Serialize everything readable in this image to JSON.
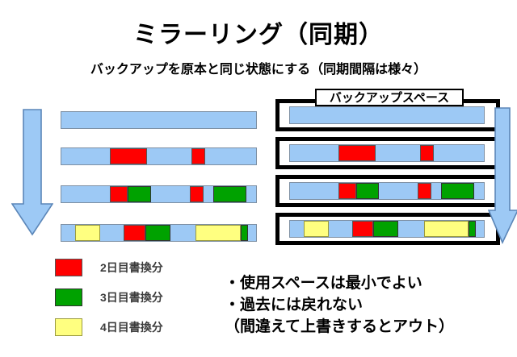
{
  "slide": {
    "title": "ミラーリング（同期）",
    "subtitle": "バックアップを原本と同じ状態にする（同期間隔は様々）",
    "backup_space_label": "バックアップスペース"
  },
  "colors": {
    "blue": "#9dc9f5",
    "red": "#ff0000",
    "green": "#00a200",
    "yellow": "#ffff80",
    "frame": "#000000",
    "background": "#ffffff"
  },
  "original": {
    "name": "original-column",
    "rows": [
      {
        "label": "day-1",
        "segments": [
          {
            "color": "blue",
            "width": 100
          }
        ]
      },
      {
        "label": "day-2",
        "segments": [
          {
            "color": "blue",
            "width": 25
          },
          {
            "color": "red",
            "width": 19
          },
          {
            "color": "blue",
            "width": 23
          },
          {
            "color": "red",
            "width": 7
          },
          {
            "color": "blue",
            "width": 26
          }
        ]
      },
      {
        "label": "day-3",
        "segments": [
          {
            "color": "blue",
            "width": 25
          },
          {
            "color": "red",
            "width": 9
          },
          {
            "color": "green",
            "width": 12
          },
          {
            "color": "blue",
            "width": 20
          },
          {
            "color": "red",
            "width": 7
          },
          {
            "color": "blue",
            "width": 5
          },
          {
            "color": "green",
            "width": 17
          },
          {
            "color": "blue",
            "width": 5
          }
        ]
      },
      {
        "label": "day-4",
        "segments": [
          {
            "color": "blue",
            "width": 7
          },
          {
            "color": "yellow",
            "width": 13
          },
          {
            "color": "blue",
            "width": 12
          },
          {
            "color": "red",
            "width": 11
          },
          {
            "color": "green",
            "width": 13
          },
          {
            "color": "blue",
            "width": 13
          },
          {
            "color": "yellow",
            "width": 23
          },
          {
            "color": "green",
            "width": 4
          },
          {
            "color": "blue",
            "width": 4
          }
        ]
      }
    ]
  },
  "backup": {
    "name": "backup-column",
    "rows": [
      {
        "label": "day-1",
        "segments": [
          {
            "color": "blue",
            "width": 100
          }
        ]
      },
      {
        "label": "day-2",
        "segments": [
          {
            "color": "blue",
            "width": 25
          },
          {
            "color": "red",
            "width": 19
          },
          {
            "color": "blue",
            "width": 23
          },
          {
            "color": "red",
            "width": 7
          },
          {
            "color": "blue",
            "width": 26
          }
        ]
      },
      {
        "label": "day-3",
        "segments": [
          {
            "color": "blue",
            "width": 25
          },
          {
            "color": "red",
            "width": 9
          },
          {
            "color": "green",
            "width": 12
          },
          {
            "color": "blue",
            "width": 20
          },
          {
            "color": "red",
            "width": 7
          },
          {
            "color": "blue",
            "width": 5
          },
          {
            "color": "green",
            "width": 17
          },
          {
            "color": "blue",
            "width": 5
          }
        ]
      },
      {
        "label": "day-4",
        "segments": [
          {
            "color": "blue",
            "width": 7
          },
          {
            "color": "yellow",
            "width": 13
          },
          {
            "color": "blue",
            "width": 12
          },
          {
            "color": "red",
            "width": 11
          },
          {
            "color": "green",
            "width": 13
          },
          {
            "color": "blue",
            "width": 13
          },
          {
            "color": "yellow",
            "width": 23
          },
          {
            "color": "green",
            "width": 4
          },
          {
            "color": "blue",
            "width": 4
          }
        ]
      }
    ]
  },
  "legend": {
    "items": [
      {
        "swatch": "red",
        "label": "2日目書換分"
      },
      {
        "swatch": "green",
        "label": "3日目書換分"
      },
      {
        "swatch": "yellow",
        "label": "4日目書換分"
      }
    ]
  },
  "notes": {
    "lines": [
      "・使用スペースは最小でよい",
      "・過去には戻れない",
      "（間違えて上書きするとアウト）"
    ]
  },
  "arrows": {
    "left": {
      "name": "time-arrow-left",
      "direction": "down"
    },
    "right": {
      "name": "time-arrow-right",
      "direction": "down"
    }
  }
}
